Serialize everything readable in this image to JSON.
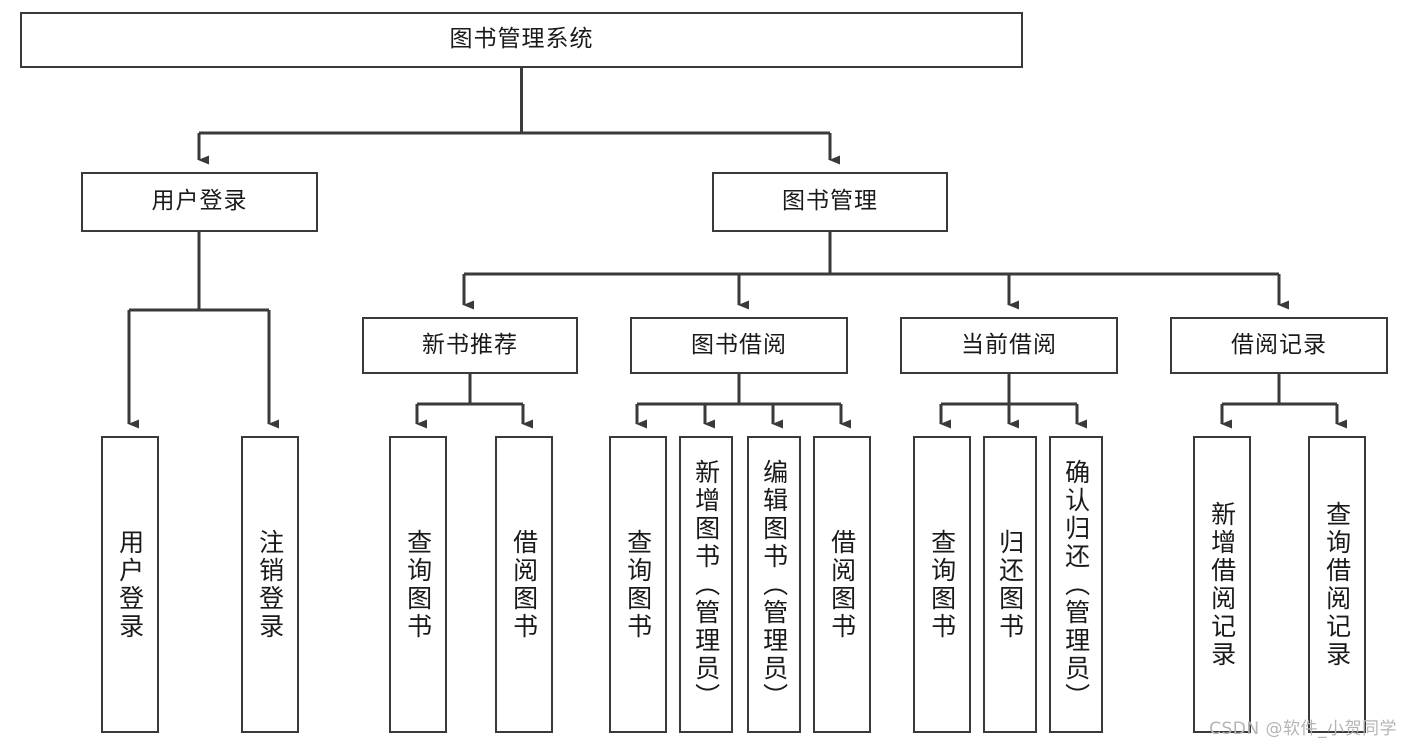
{
  "diagram": {
    "title": "图书管理系统",
    "type": "tree-hierarchy-chart",
    "colors": {
      "background": "#ffffff",
      "node_border": "#3a3a3a",
      "node_fill": "#ffffff",
      "connector": "#3a3a3a",
      "text": "#1a1a1a",
      "watermark": "#b5b5b5"
    },
    "levels": {
      "root": {
        "label": "图书管理系统"
      },
      "level2": [
        {
          "id": "user-login",
          "label": "用户登录"
        },
        {
          "id": "book-management",
          "label": "图书管理"
        }
      ],
      "level3": [
        {
          "id": "new-book-recommend",
          "label": "新书推荐",
          "parent": "book-management"
        },
        {
          "id": "book-borrow",
          "label": "图书借阅",
          "parent": "book-management"
        },
        {
          "id": "current-borrow",
          "label": "当前借阅",
          "parent": "book-management"
        },
        {
          "id": "borrow-record",
          "label": "借阅记录",
          "parent": "book-management"
        }
      ],
      "leaves": [
        {
          "id": "leaf-user-login",
          "label": "用户登录",
          "parent": "user-login"
        },
        {
          "id": "leaf-logout",
          "label": "注销登录",
          "parent": "user-login"
        },
        {
          "id": "leaf-query-book-1",
          "label": "查询图书",
          "parent": "new-book-recommend"
        },
        {
          "id": "leaf-borrow-book-1",
          "label": "借阅图书",
          "parent": "new-book-recommend"
        },
        {
          "id": "leaf-query-book-2",
          "label": "查询图书",
          "parent": "book-borrow"
        },
        {
          "id": "leaf-add-book",
          "label": "新增图书（管理员）",
          "parent": "book-borrow"
        },
        {
          "id": "leaf-edit-book",
          "label": "编辑图书（管理员）",
          "parent": "book-borrow"
        },
        {
          "id": "leaf-borrow-book-2",
          "label": "借阅图书",
          "parent": "book-borrow"
        },
        {
          "id": "leaf-query-book-3",
          "label": "查询图书",
          "parent": "current-borrow"
        },
        {
          "id": "leaf-return-book",
          "label": "归还图书",
          "parent": "current-borrow"
        },
        {
          "id": "leaf-confirm-return",
          "label": "确认归还（管理员）",
          "parent": "current-borrow"
        },
        {
          "id": "leaf-add-record",
          "label": "新增借阅记录",
          "parent": "borrow-record"
        },
        {
          "id": "leaf-query-record",
          "label": "查询借阅记录",
          "parent": "borrow-record"
        }
      ]
    },
    "watermark": "CSDN @软件_小贺同学"
  }
}
